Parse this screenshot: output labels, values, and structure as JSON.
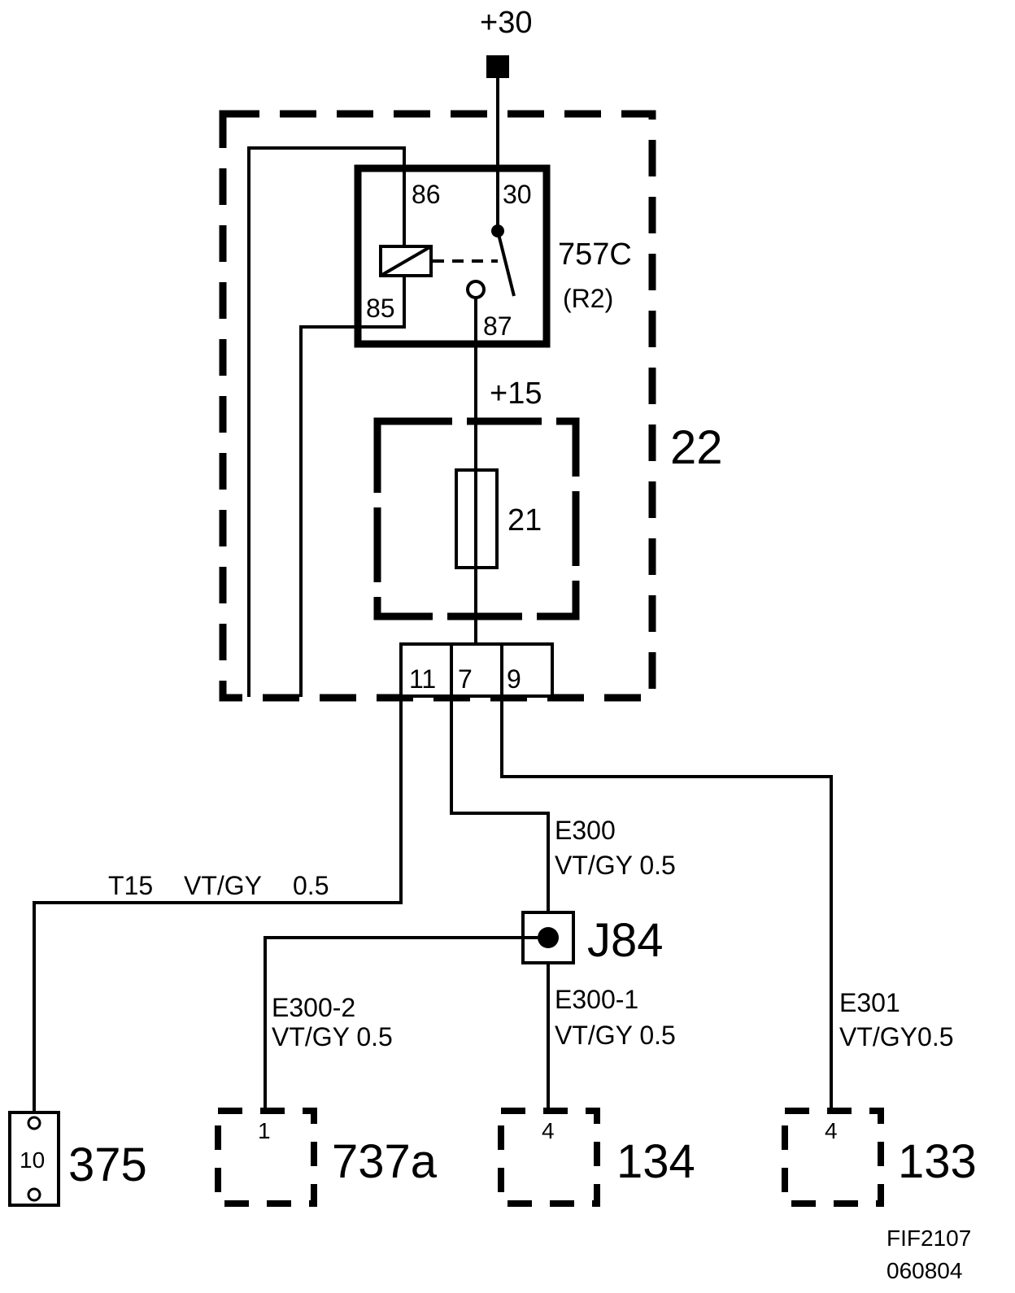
{
  "supply": {
    "label": "+30"
  },
  "module": {
    "label": "22"
  },
  "relay": {
    "id": "757C",
    "alias": "(R2)",
    "pins": {
      "p86": "86",
      "p30": "30",
      "p85": "85",
      "p87": "87"
    }
  },
  "fuse": {
    "label": "21",
    "supply_label": "+15"
  },
  "connector": {
    "pins": [
      "11",
      "7",
      "9"
    ]
  },
  "splice": {
    "label": "J84"
  },
  "wires": {
    "t15": {
      "name": "T15",
      "color": "VT/GY",
      "size": "0.5"
    },
    "e300": {
      "name": "E300",
      "spec": "VT/GY 0.5"
    },
    "e300_1": {
      "name": "E300-1",
      "spec": "VT/GY 0.5"
    },
    "e300_2": {
      "name": "E300-2",
      "spec": "VT/GY 0.5"
    },
    "e301": {
      "name": "E301",
      "spec": "VT/GY0.5"
    }
  },
  "components": [
    {
      "id": "375",
      "pin": "10"
    },
    {
      "id": "737a",
      "pin": "1"
    },
    {
      "id": "134",
      "pin": "4"
    },
    {
      "id": "133",
      "pin": "4"
    }
  ],
  "footer": {
    "code": "FIF2107",
    "date": "060804"
  }
}
